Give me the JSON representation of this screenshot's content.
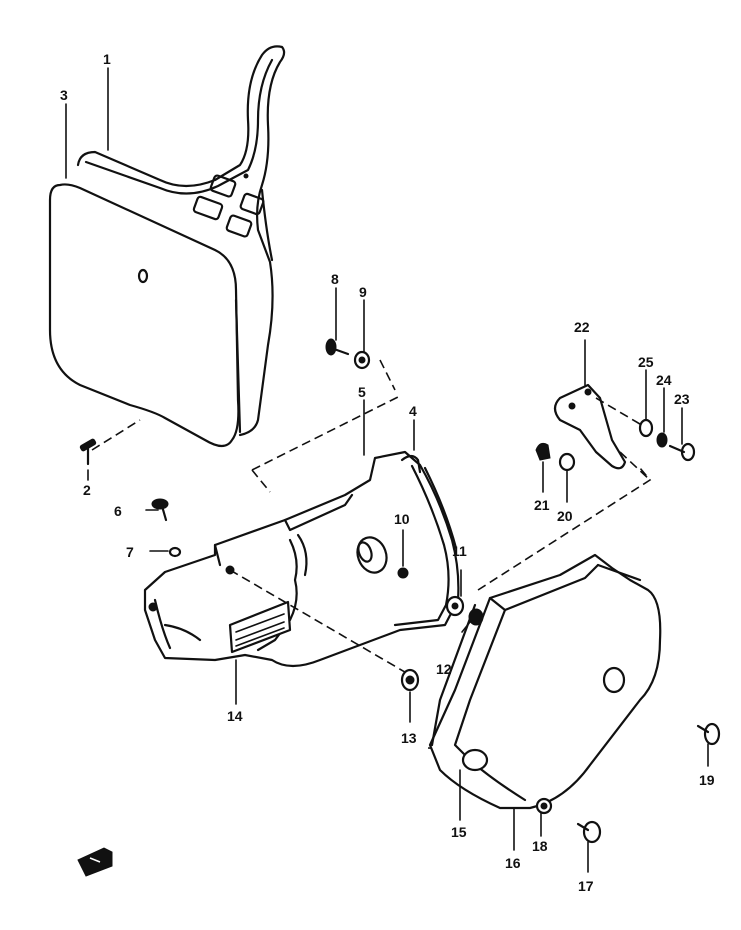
{
  "diagram": {
    "callouts": [
      {
        "id": "1",
        "label": "1"
      },
      {
        "id": "2",
        "label": "2"
      },
      {
        "id": "3",
        "label": "3"
      },
      {
        "id": "4",
        "label": "4"
      },
      {
        "id": "5",
        "label": "5"
      },
      {
        "id": "6",
        "label": "6"
      },
      {
        "id": "7",
        "label": "7"
      },
      {
        "id": "8",
        "label": "8"
      },
      {
        "id": "9",
        "label": "9"
      },
      {
        "id": "10",
        "label": "10"
      },
      {
        "id": "11",
        "label": "11"
      },
      {
        "id": "12",
        "label": "12"
      },
      {
        "id": "13",
        "label": "13"
      },
      {
        "id": "14",
        "label": "14"
      },
      {
        "id": "15",
        "label": "15"
      },
      {
        "id": "16",
        "label": "16"
      },
      {
        "id": "17",
        "label": "17"
      },
      {
        "id": "18",
        "label": "18"
      },
      {
        "id": "19",
        "label": "19"
      },
      {
        "id": "20",
        "label": "20"
      },
      {
        "id": "21",
        "label": "21"
      },
      {
        "id": "22",
        "label": "22"
      },
      {
        "id": "23",
        "label": "23"
      },
      {
        "id": "24",
        "label": "24"
      },
      {
        "id": "25",
        "label": "25"
      }
    ],
    "orientation_arrow": "front-arrow-icon",
    "ink_color": "#111111",
    "paper_color": "#ffffff"
  }
}
